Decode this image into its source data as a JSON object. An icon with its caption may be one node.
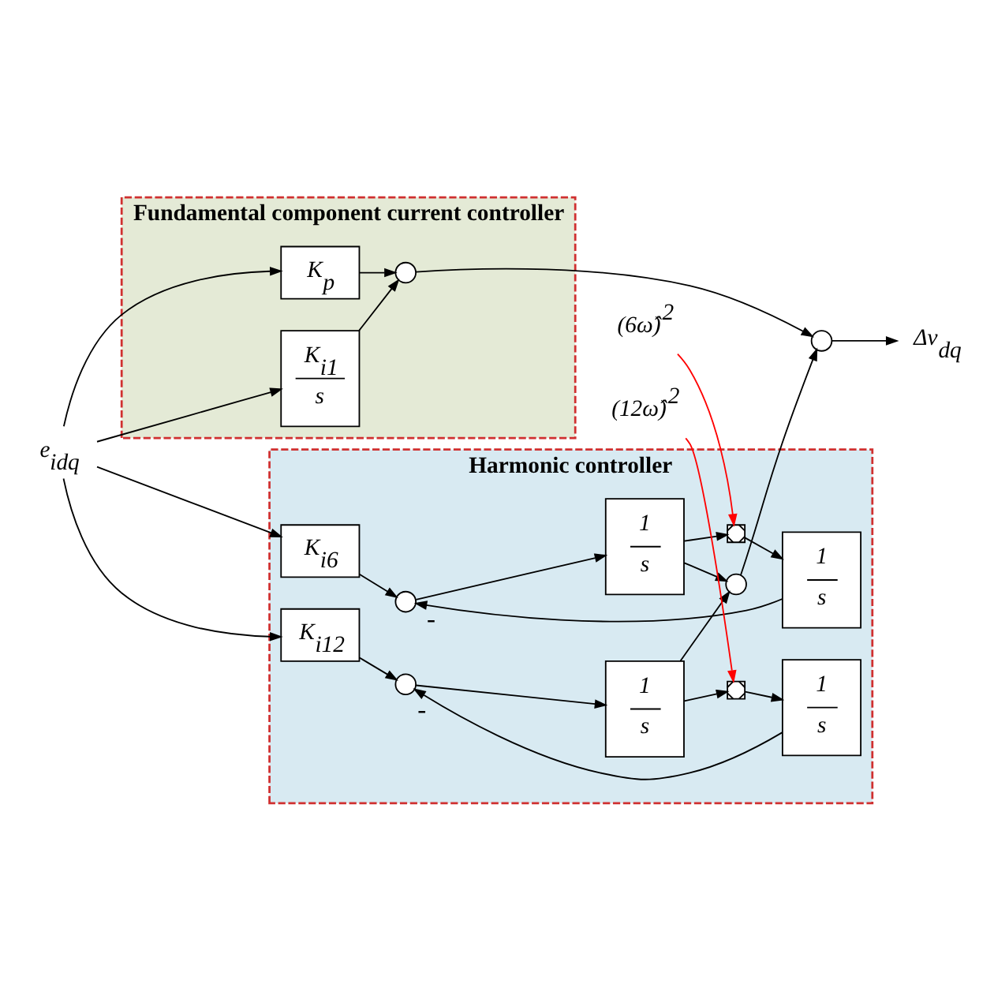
{
  "diagram": {
    "nodes": [
      {
        "text": [
          "Fundamental component current controller"
        ]
      },
      {
        "text": [
          "K$_{p}$"
        ],
        "in": 0
      },
      {
        "text": [
          "K$_{i1}$",
          "s"
        ],
        "in": 0
      },
      {
        "text": [],
        "shape": "circle",
        "in": 0
      },
      {
        "text": [
          "Harmonic controller"
        ]
      },
      {
        "text": [
          "K$_{i6}$"
        ],
        "in": 4
      },
      {
        "text": [],
        "shape": "circle",
        "in": 4
      },
      {
        "text": [
          "1",
          "s"
        ],
        "in": 4
      },
      {
        "text": [
          "1",
          "s"
        ],
        "in": 4
      },
      {
        "text": [],
        "shape": "box",
        "in": 4
      },
      {
        "text": [
          "K$_{i12}$"
        ],
        "in": 4
      },
      {
        "text": [],
        "shape": "circle",
        "in": 4
      },
      {
        "text": [
          "1",
          "s"
        ],
        "in": 4
      },
      {
        "text": [
          "1",
          "s"
        ],
        "in": 4
      },
      {
        "text": [],
        "shape": "box",
        "in": 4
      },
      {
        "text": [],
        "shape": "circle",
        "in": 4
      },
      {
        "text": [],
        "shape": "circle"
      },
      {
        "text": [
          "e$_{idq}$"
        ]
      },
      {
        "text": [
          "Δv$_{dq}$"
        ]
      },
      {
        "text": [
          "(6ω̂)$^{2}$"
        ]
      },
      {
        "text": [
          "(12ω̂)$^{2}$"
        ]
      }
    ],
    "edges": [
      {
        "from": 17,
        "to": 1,
        "arrow": "to"
      },
      {
        "from": 17,
        "to": 2,
        "arrow": "to"
      },
      {
        "from": 17,
        "to": 5,
        "arrow": "to"
      },
      {
        "from": 17,
        "to": 10,
        "arrow": "to"
      },
      {
        "from": 1,
        "to": 3,
        "arrow": "to"
      },
      {
        "from": 2,
        "to": 3,
        "arrow": "to"
      },
      {
        "from": 3,
        "to": 16,
        "arrow": "to"
      },
      {
        "from": 16,
        "to": 18,
        "arrow": "to"
      },
      {
        "from": 5,
        "to": 6,
        "arrow": "to"
      },
      {
        "from": 6,
        "to": 7,
        "arrow": "to"
      },
      {
        "from": 7,
        "to": 9,
        "arrow": "to"
      },
      {
        "from": 7,
        "to": 15,
        "arrow": "to"
      },
      {
        "from": 9,
        "to": 8,
        "arrow": "to"
      },
      {
        "from": 8,
        "to": 6,
        "arrow": "to",
        "label": "-"
      },
      {
        "from": 10,
        "to": 11,
        "arrow": "to"
      },
      {
        "from": 11,
        "to": 12,
        "arrow": "to"
      },
      {
        "from": 12,
        "to": 14,
        "arrow": "to"
      },
      {
        "from": 12,
        "to": 15,
        "arrow": "to"
      },
      {
        "from": 14,
        "to": 13,
        "arrow": "to"
      },
      {
        "from": 13,
        "to": 11,
        "arrow": "to",
        "label": "-"
      },
      {
        "from": 15,
        "to": 16,
        "arrow": "to"
      },
      {
        "from": 19,
        "to": 9,
        "arrow": "to",
        "color": "#ff0000"
      },
      {
        "from": 20,
        "to": 14,
        "arrow": "to",
        "color": "#ff0000"
      }
    ]
  }
}
